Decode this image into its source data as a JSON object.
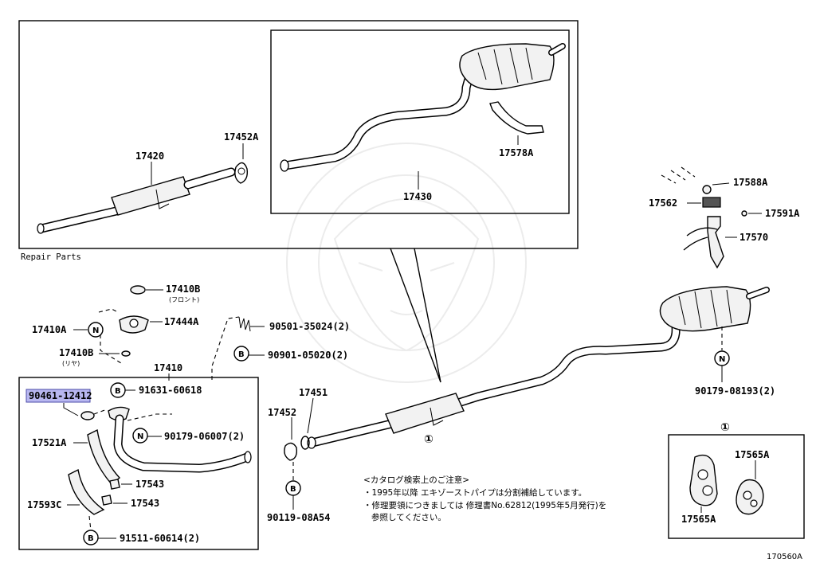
{
  "repair_label": "Repair Parts",
  "highlighted_part": "90461-12412",
  "parts": {
    "p17420": "17420",
    "p17452A": "17452A",
    "p17430": "17430",
    "p17578A": "17578A",
    "p17588A": "17588A",
    "p17562": "17562",
    "p17591A": "17591A",
    "p17570": "17570",
    "p17410B_front": "17410B",
    "p17410A": "17410A",
    "p17444A": "17444A",
    "p17410B_rear": "17410B",
    "p17410": "17410",
    "p90501": "90501-35024(2)",
    "p90901": "90901-05020(2)",
    "p91631": "91631-60618",
    "p90461": "90461-12412",
    "p17521A": "17521A",
    "p90179_06007": "90179-06007(2)",
    "p17543_a": "17543",
    "p17543_b": "17543",
    "p17593C": "17593C",
    "p91511": "91511-60614(2)",
    "p17451": "17451",
    "p17452": "17452",
    "p90119": "90119-08A54",
    "p90179_08193": "90179-08193(2)",
    "p17565A_top": "17565A",
    "p17565A_bottom": "17565A"
  },
  "sub_labels": {
    "front": "(フロント)",
    "rear": "(リヤ)"
  },
  "markers": {
    "N": "N",
    "B": "B",
    "circled_one": "①"
  },
  "notes": {
    "heading": "<カタログ検索上のご注意>",
    "line1": "・1995年以降 エキゾーストパイプは分割補給しています。",
    "line2": "・修理要領につきましては 修理書No.62812(1995年5月発行)を",
    "line3": "参照してください。"
  },
  "ref_code": "170560A"
}
